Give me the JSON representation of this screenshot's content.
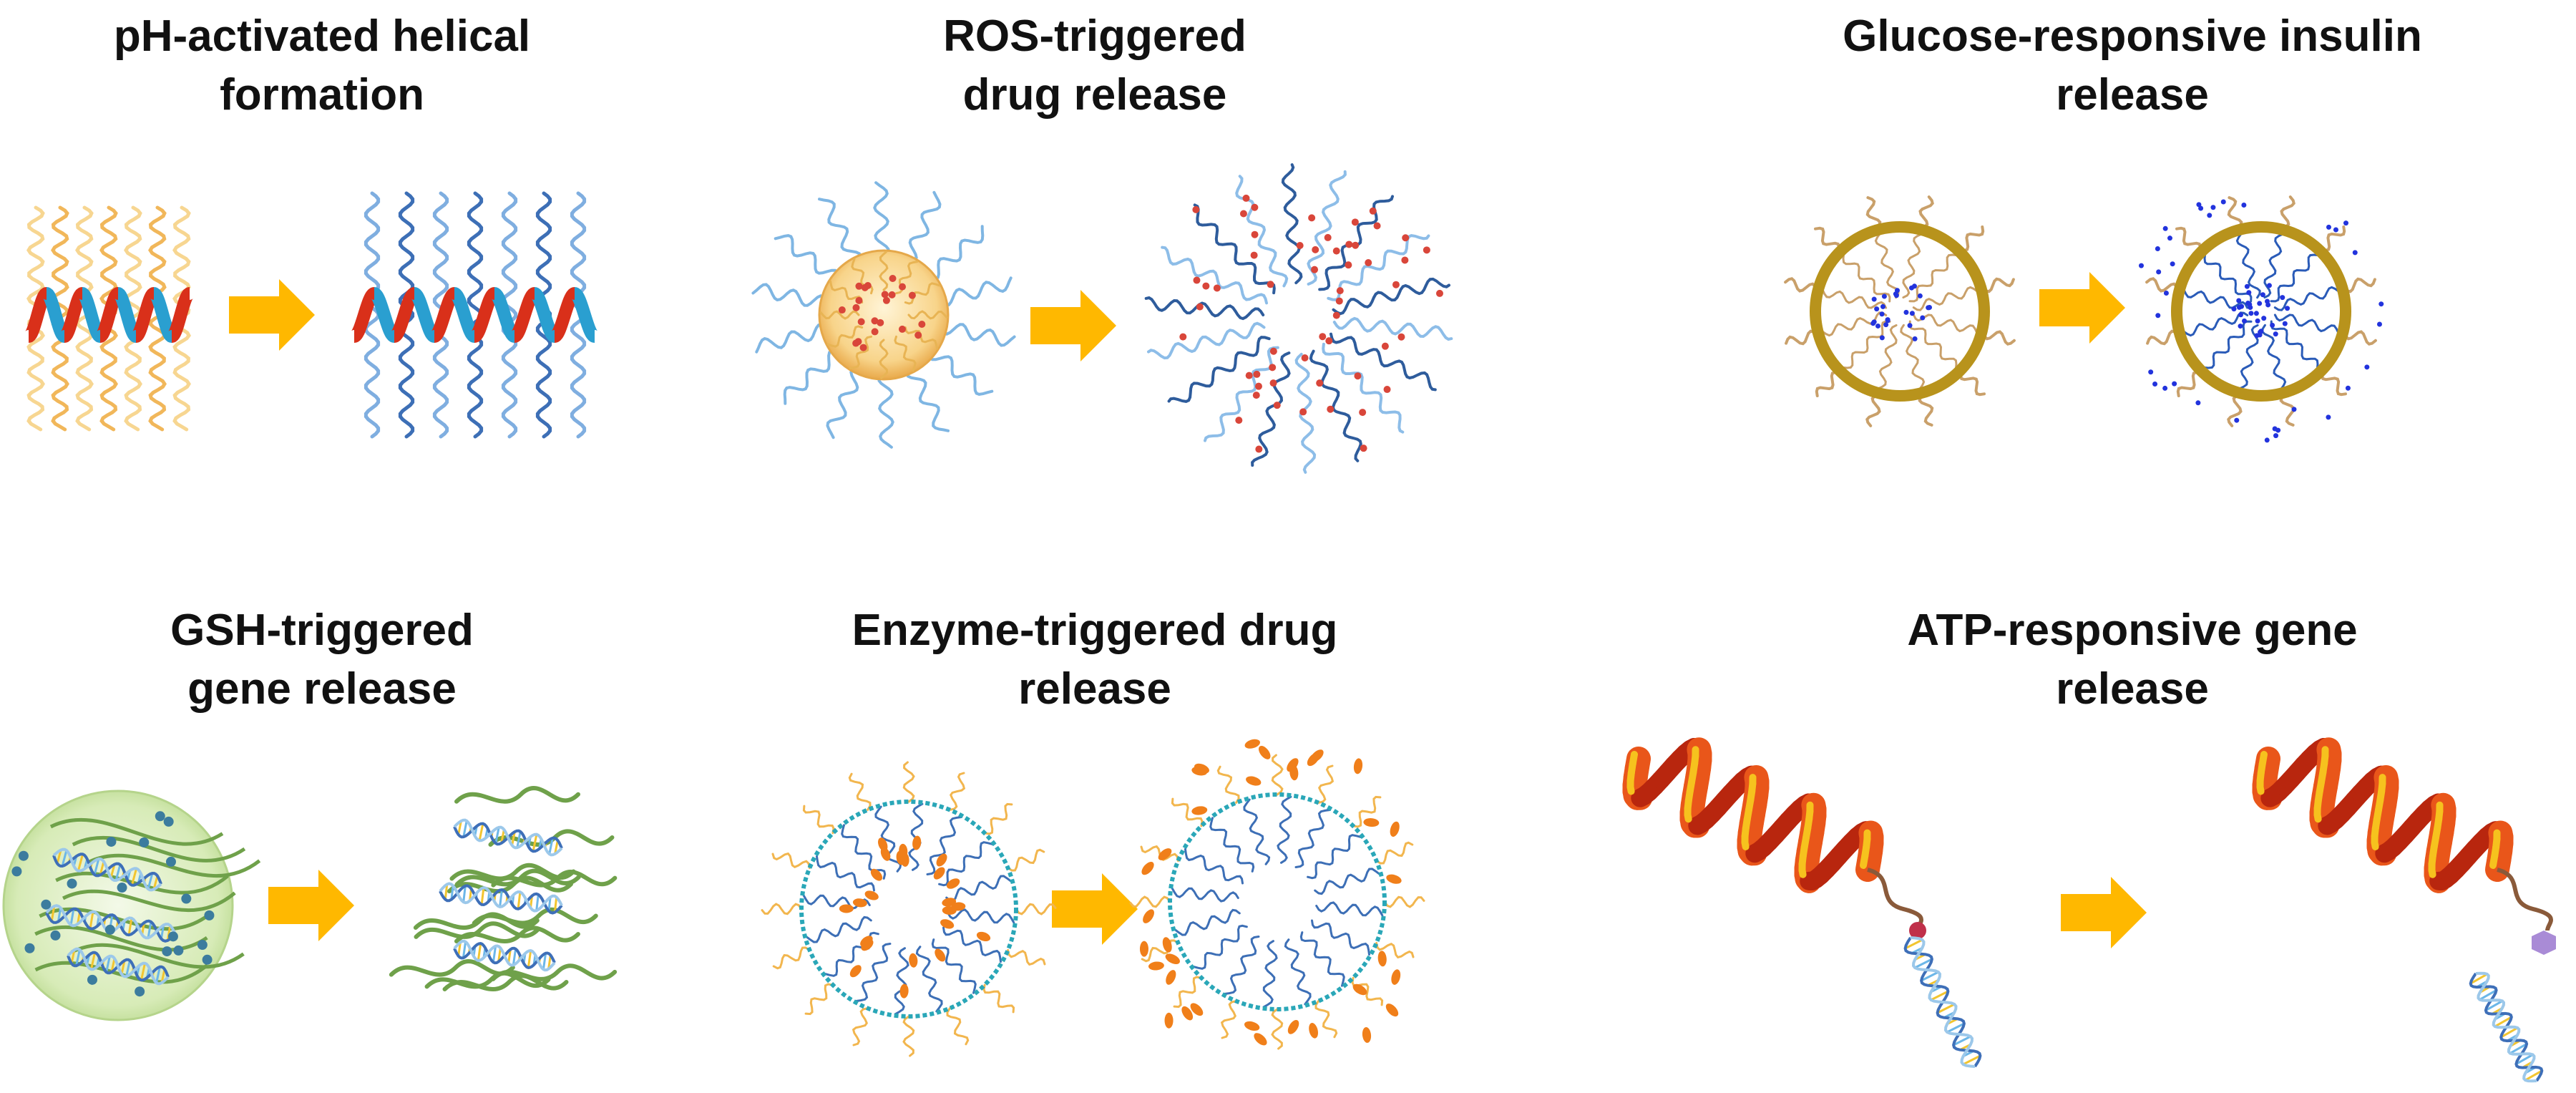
{
  "panels": [
    {
      "id": "ph",
      "title_line1": "pH-activated helical",
      "title_line2": "formation"
    },
    {
      "id": "ros",
      "title_line1": "ROS-triggered",
      "title_line2": "drug release"
    },
    {
      "id": "glucose",
      "title_line1": "Glucose-responsive insulin",
      "title_line2": "release"
    },
    {
      "id": "gsh",
      "title_line1": "GSH-triggered",
      "title_line2": "gene release"
    },
    {
      "id": "enzyme",
      "title_line1": "Enzyme-triggered drug",
      "title_line2": "release"
    },
    {
      "id": "atp",
      "title_line1": "ATP-responsive gene",
      "title_line2": "release"
    }
  ],
  "colors": {
    "arrow": "#FFB800",
    "helix_red": "#D9301A",
    "helix_blue": "#2A9FD0",
    "strand_yellow": "#F5C46A",
    "strand_blue": "#3D6FB6",
    "drug_red": "#D9463A",
    "insulin_blue": "#2233DD",
    "shell_gold": "#B8931C",
    "gel_green": "#C9E3A3",
    "polymer_green": "#6FA14A",
    "enzyme_orange": "#F07F1A",
    "protein_orange": "#E8561A"
  }
}
